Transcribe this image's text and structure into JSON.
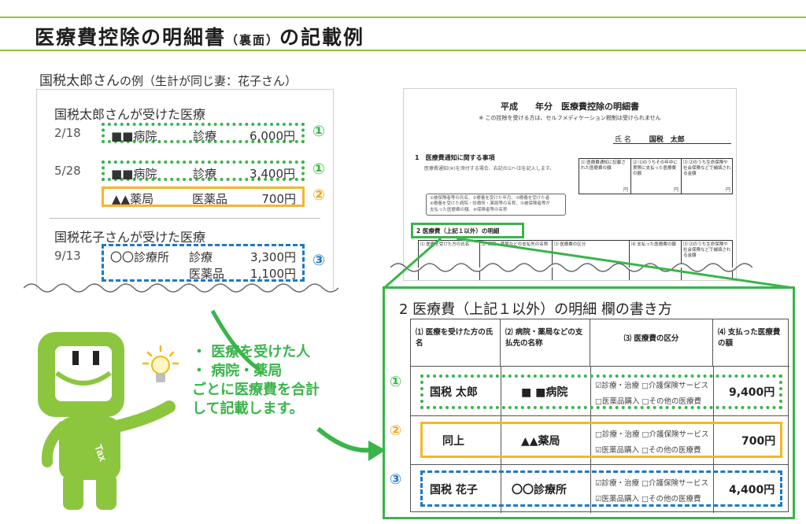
{
  "title": {
    "main": "医療費控除の明細書",
    "paren": "（裏面）",
    "suffix": "の記載例"
  },
  "example_heading": {
    "names": "国税太郎さん",
    "rest": "の例（生計が同じ妻：花子さん）"
  },
  "taro_block": {
    "heading": "国税太郎さんが受けた医療",
    "records": [
      {
        "date": "2/18",
        "name": "■■病院",
        "kind": "診療",
        "amount": "6,000円",
        "marker": "①"
      },
      {
        "date": "5/28",
        "name": "■■病院",
        "kind": "診療",
        "amount": "3,400円",
        "marker": "①"
      },
      {
        "date": "",
        "name": "▲▲薬局",
        "kind": "医薬品",
        "amount": "700円",
        "marker": "②"
      }
    ]
  },
  "hanako_block": {
    "heading": "国税花子さんが受けた医療",
    "date": "9/13",
    "name": "〇〇診療所",
    "lines": [
      {
        "kind": "診療",
        "amount": "3,300円"
      },
      {
        "kind": "医薬品",
        "amount": "1,100円"
      }
    ],
    "marker": "③"
  },
  "form_doc": {
    "title": "平成　　年分　医療費控除の明細書",
    "subtitle": "※ この控除を受ける方は、セルフメディケーション税制は受けられません",
    "name_label": "氏 名",
    "name_value": "国税　太郎",
    "section1": "1　医療費通知に関する事項",
    "section1_note": "医療費通知(※)を添付する場合、右記の⑴〜⑶を記入します。",
    "cells": [
      "⑴ 医療費通知に記載された医療費の額",
      "⑵ ⑴のうちその年中に実際に支払った医療費の額",
      "⑶ ⑵のうち生命保険や社会保険などで補填される金額"
    ],
    "yen": "円",
    "section2": "2 医療費（上記１以外）の明細",
    "legend": [
      "①被保険者等の氏名、②療養を受けた年月、③療養を受けた者",
      "④療養を受けた病院・診療所・薬局等の名称、⑤被保険者等が",
      "支払った医療費の額、⑥保険者等の名称"
    ]
  },
  "bubble": {
    "lines": [
      "・ 医療を受けた人",
      "・ 病院・薬局",
      "ごとに医療費を合計",
      "して記載します。"
    ]
  },
  "mascot": {
    "badge": "Tax"
  },
  "zoom": {
    "title": "2 医療費（上記１以外）の明細 欄の書き方",
    "headers": [
      "⑴ 医療を受けた方の氏名",
      "⑵ 病院・薬局などの支払先の名称",
      "⑶ 医療費の区分",
      "⑷ 支払った医療費の額"
    ],
    "rows": [
      {
        "marker": "①",
        "person": "国税 太郎",
        "payee": "■ ■病院",
        "cat1": "☑診療・治療 □介護保険サービス",
        "cat2": "□医薬品購入 □その他の医療費",
        "amount": "9,400円"
      },
      {
        "marker": "②",
        "person": "同上",
        "payee": "▲▲薬局",
        "cat1": "□診療・治療 □介護保険サービス",
        "cat2": "☑医薬品購入 □その他の医療費",
        "amount": "700円"
      },
      {
        "marker": "③",
        "person": "国税 花子",
        "payee": "〇〇診療所",
        "cat1": "☑診療・治療 □介護保険サービス",
        "cat2": "☑医薬品購入 □その他の医療費",
        "amount": "4,400円"
      }
    ]
  },
  "colors": {
    "green": "#39b54a",
    "orange": "#f7b52c",
    "blue": "#1f78c8",
    "mascot": "#8cc63f"
  }
}
